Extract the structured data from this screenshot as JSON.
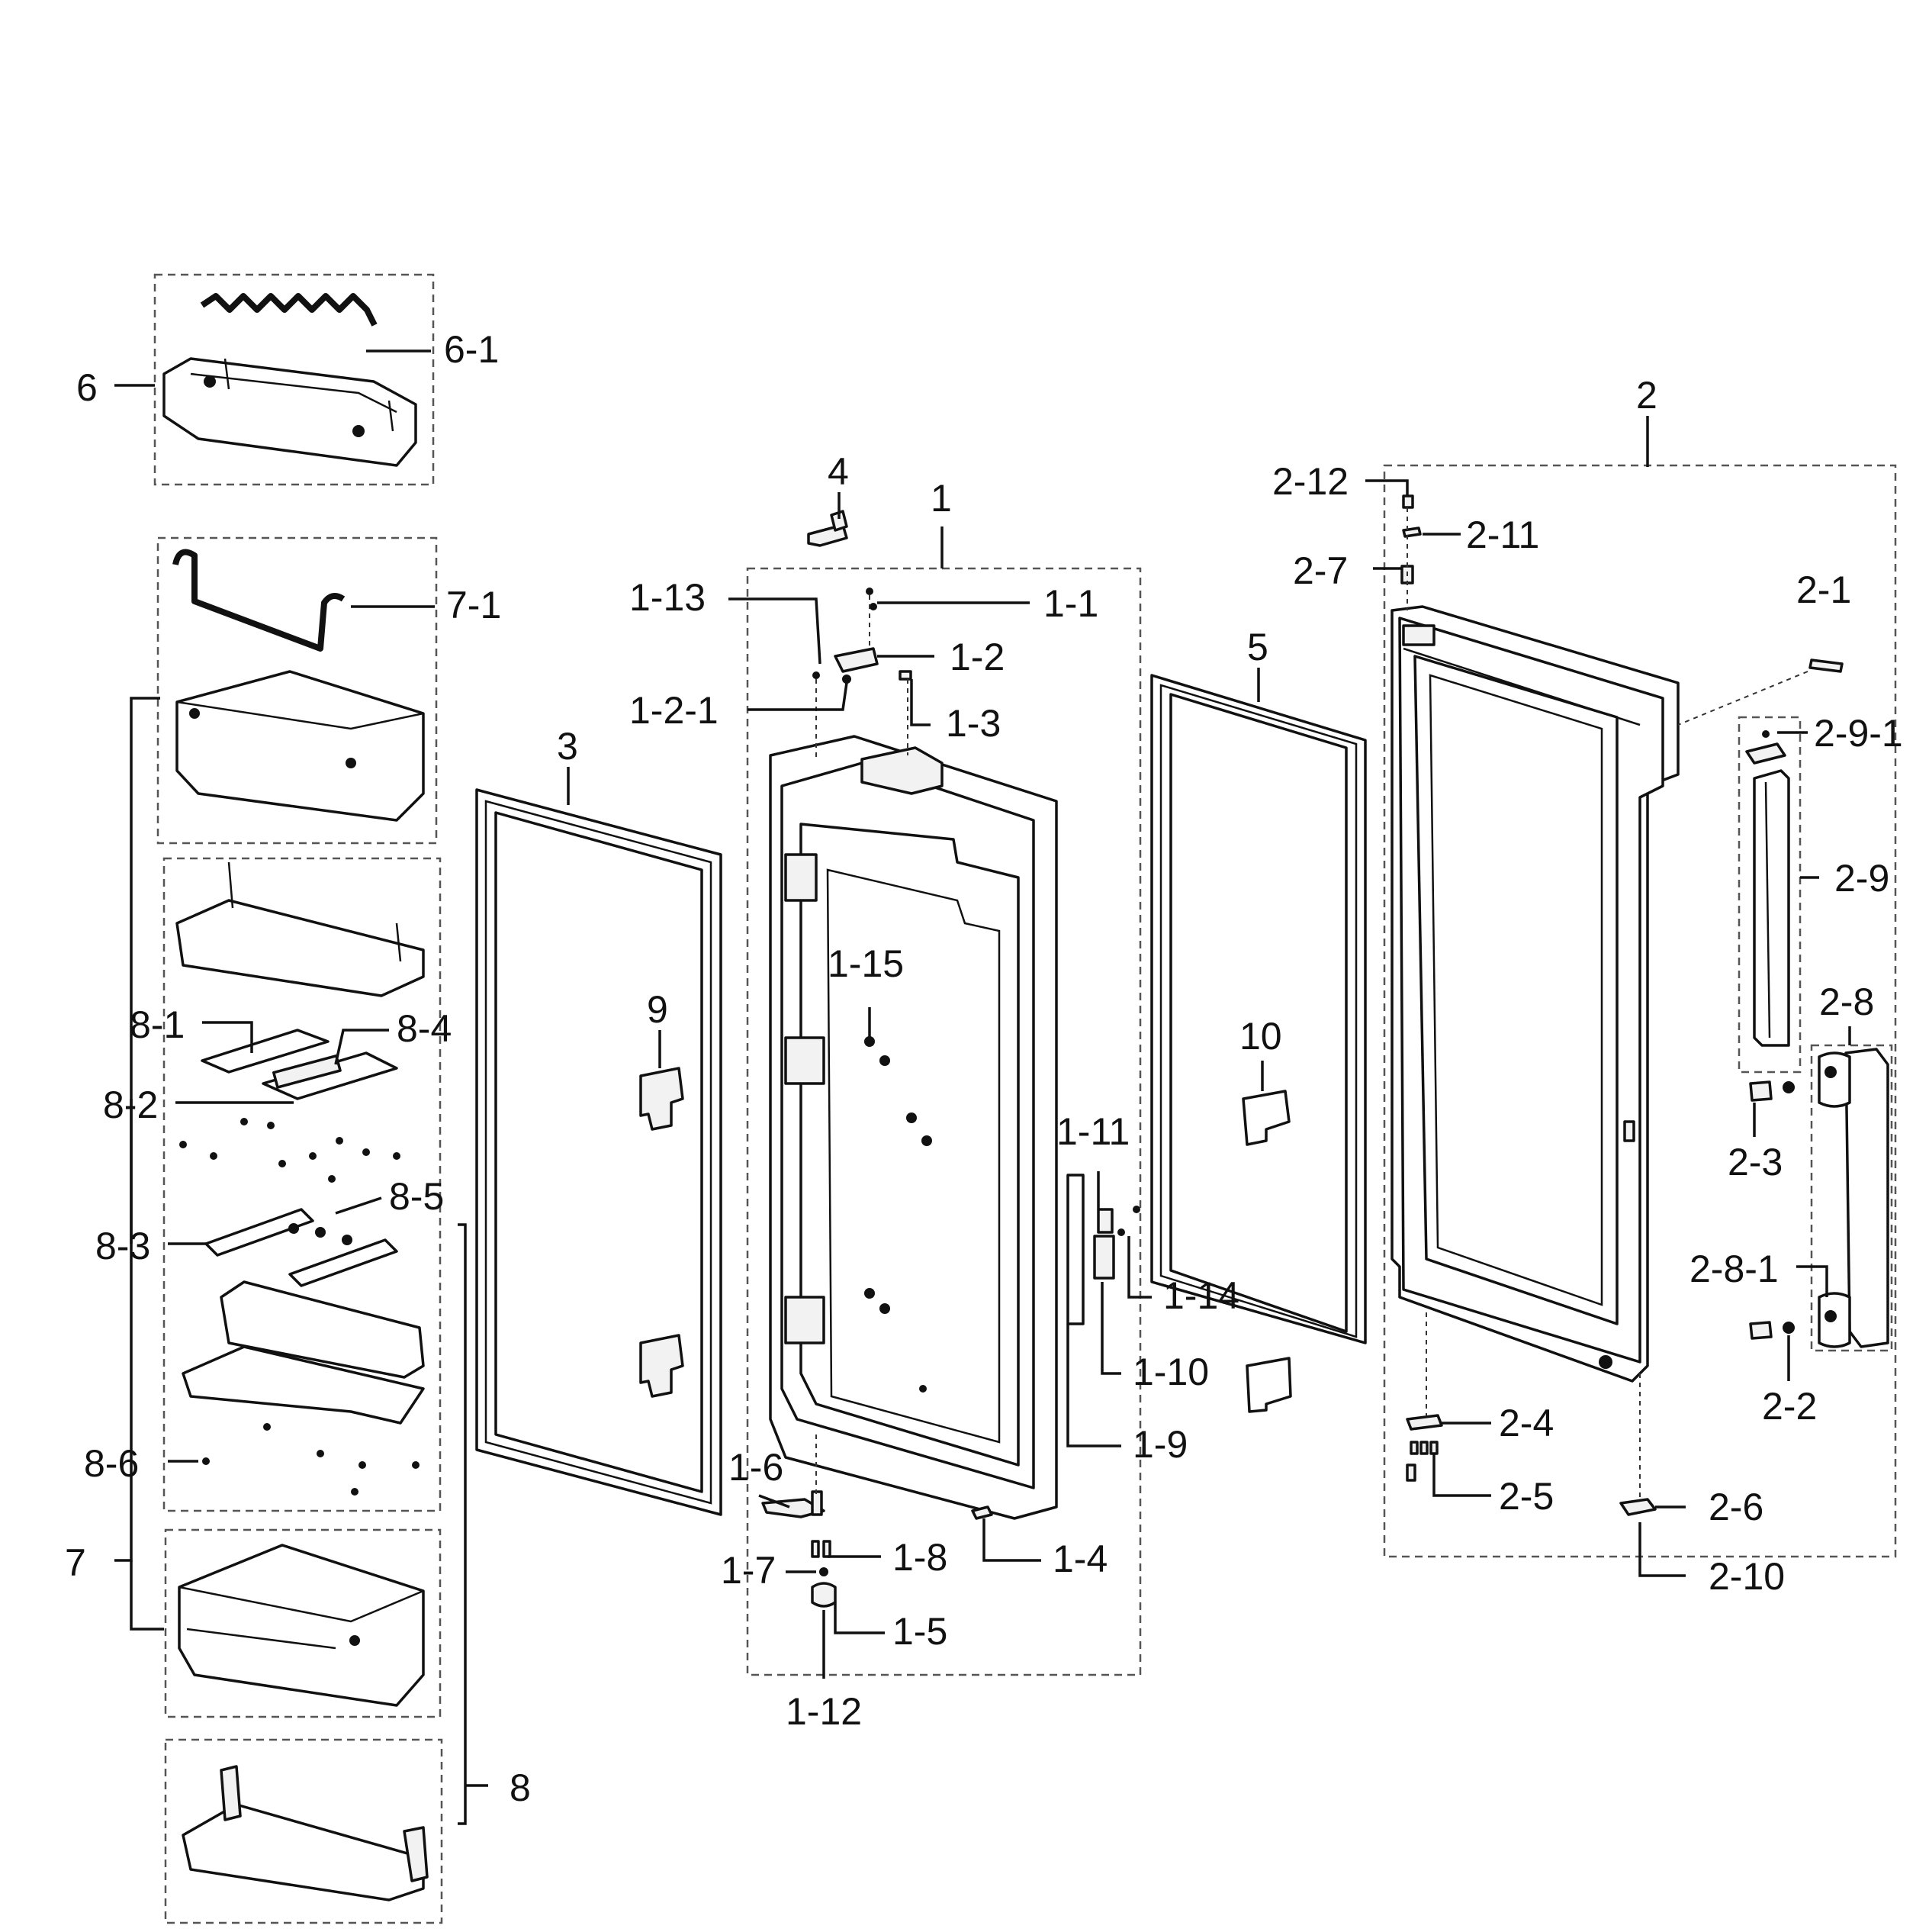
{
  "callouts": {
    "c1": "1",
    "c1_1": "1-1",
    "c1_2": "1-2",
    "c1_2_1": "1-2-1",
    "c1_3": "1-3",
    "c1_4": "1-4",
    "c1_5": "1-5",
    "c1_6": "1-6",
    "c1_7": "1-7",
    "c1_8": "1-8",
    "c1_9": "1-9",
    "c1_10": "1-10",
    "c1_11": "1-11",
    "c1_12": "1-12",
    "c1_13": "1-13",
    "c1_14": "1-14",
    "c1_15": "1-15",
    "c2": "2",
    "c2_1": "2-1",
    "c2_2": "2-2",
    "c2_3": "2-3",
    "c2_4": "2-4",
    "c2_5": "2-5",
    "c2_6": "2-6",
    "c2_7": "2-7",
    "c2_8": "2-8",
    "c2_8_1": "2-8-1",
    "c2_9": "2-9",
    "c2_9_1": "2-9-1",
    "c2_10": "2-10",
    "c2_11": "2-11",
    "c2_12": "2-12",
    "c3": "3",
    "c4": "4",
    "c5": "5",
    "c6": "6",
    "c6_1": "6-1",
    "c7": "7",
    "c7_1": "7-1",
    "c8": "8",
    "c8_1": "8-1",
    "c8_2": "8-2",
    "c8_3": "8-3",
    "c8_4": "8-4",
    "c8_5": "8-5",
    "c8_6": "8-6",
    "c9": "9",
    "c10": "10"
  }
}
